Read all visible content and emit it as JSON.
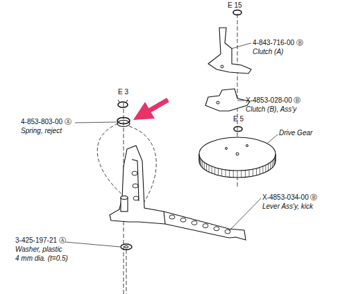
{
  "diagram": {
    "labels": [
      "E 15",
      "4-843-716-00 Ⓑ",
      "Clutch (A)",
      "X-4853-028-00 Ⓑ",
      "Clutch (B), Ass'y",
      "E 5",
      "Drive Gear",
      "E 3",
      "4-853-803-00 Ⓐ",
      "Spring, reject",
      "X-4853-034-00 Ⓑ",
      "Lever Ass'y, kick",
      "3-425-197-21 Ⓐ",
      "Washer, plastic",
      "4 mm dia. (t=0.5)"
    ]
  }
}
